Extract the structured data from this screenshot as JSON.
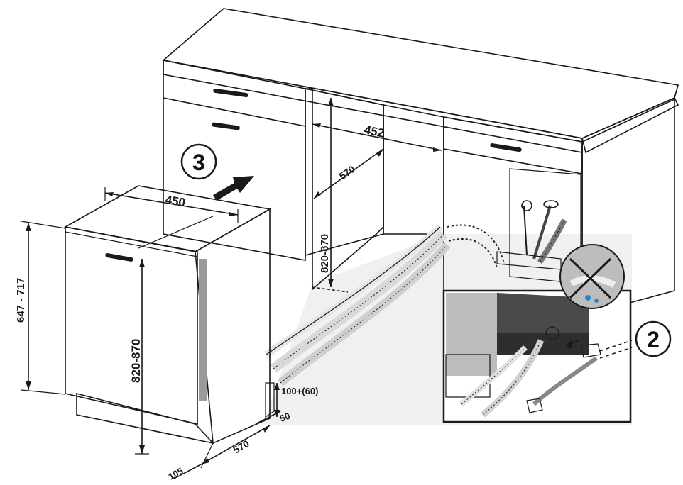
{
  "dimensions": {
    "cabinet_gap_width": "452",
    "cabinet_depth": "570",
    "cabinet_height": "820-870",
    "dishwasher_width": "450",
    "dishwasher_height": "820-870",
    "door_panel_height": "647 - 717",
    "plinth_height": "100+(60)",
    "plinth_offset": "50",
    "dishwasher_depth": "570",
    "panel_offset": "105"
  },
  "steps": {
    "slide_in": "3",
    "connect_hoses": "2"
  },
  "colors": {
    "countertop": "#9c8b7c",
    "cabinet_front": "#fbe7a8",
    "appliance_body": "#d2d2d2",
    "back_wall": "#d8d8d8",
    "floor": "#ececec",
    "outline": "#1a1a1a"
  },
  "icons": [
    "arrow-right-icon",
    "no-leak-icon",
    "water-tap-icon",
    "drain-hose-icon"
  ]
}
